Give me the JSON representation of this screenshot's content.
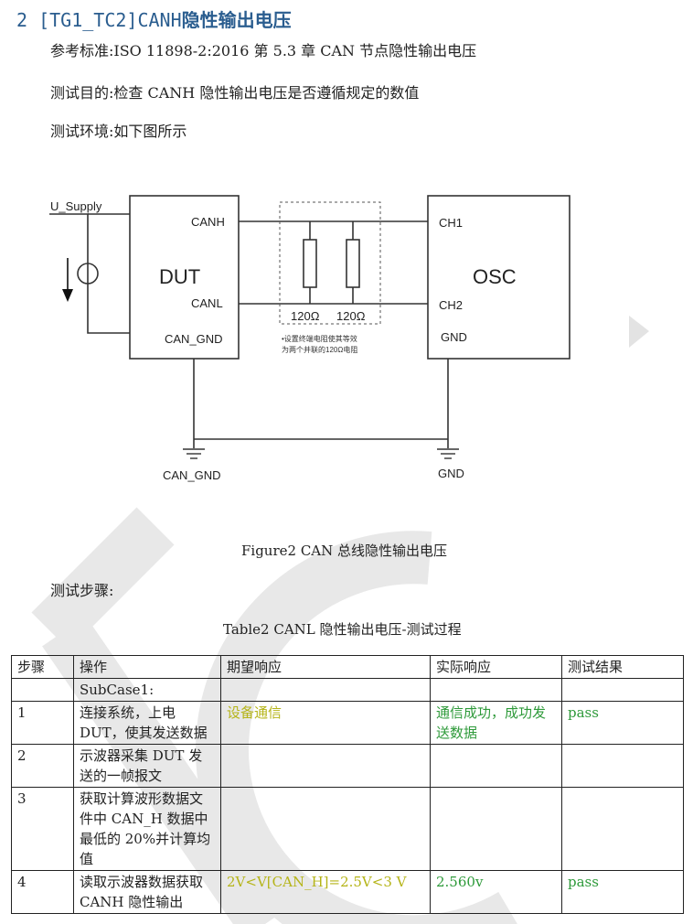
{
  "heading": {
    "number": "2",
    "code": "[TG1_TC2]CANH",
    "title": "隐性输出电压"
  },
  "reference": "参考标准:ISO 11898-2:2016 第 5.3 章 CAN 节点隐性输出电压",
  "purpose": "测试目的:检查 CANH 隐性输出电压是否遵循规定的数值",
  "environment": "测试环境:如下图所示",
  "figure": {
    "labels": {
      "supply": "U_Supply",
      "dut": "DUT",
      "dut_canh": "CANH",
      "dut_canl": "CANL",
      "dut_gnd": "CAN_GND",
      "osc": "OSC",
      "ch1": "CH1",
      "ch2": "CH2",
      "osc_gnd": "GND",
      "r1": "120Ω",
      "r2": "120Ω",
      "note_line1": "•设置终端电阻使其等效",
      "note_line2": "为两个并联的120Ω电阻",
      "ground_left": "CAN_GND",
      "ground_right": "GND"
    },
    "caption": "Figure2 CAN 总线隐性输出电压"
  },
  "steps_label": "测试步骤:",
  "table": {
    "caption": "Table2 CANL 隐性输出电压-测试过程",
    "headers": [
      "步骤",
      "操作",
      "期望响应",
      "实际响应",
      "测试结果"
    ],
    "subcase": "SubCase1:",
    "rows": [
      {
        "step": "1",
        "op": "连接系统，上电 DUT，使其发送数据",
        "expected": "设备通信",
        "actual": "通信成功，成功发送数据",
        "result": "pass"
      },
      {
        "step": "2",
        "op": "示波器采集 DUT 发送的一帧报文",
        "expected": "",
        "actual": "",
        "result": ""
      },
      {
        "step": "3",
        "op": "获取计算波形数据文件中 CAN_H 数据中最低的 20%并计算均值",
        "expected": "",
        "actual": "",
        "result": ""
      },
      {
        "step": "4",
        "op": "读取示波器数据获取 CANH 隐性输出",
        "expected": "2V<V[CAN_H]=2.5V<3 V",
        "actual": "2.560v",
        "result": "pass"
      }
    ]
  },
  "colors": {
    "heading": "#2a5d8f",
    "expected_text": "#b5b418",
    "actual_text": "#2e9a3a",
    "watermark": "#e6e6e6"
  }
}
